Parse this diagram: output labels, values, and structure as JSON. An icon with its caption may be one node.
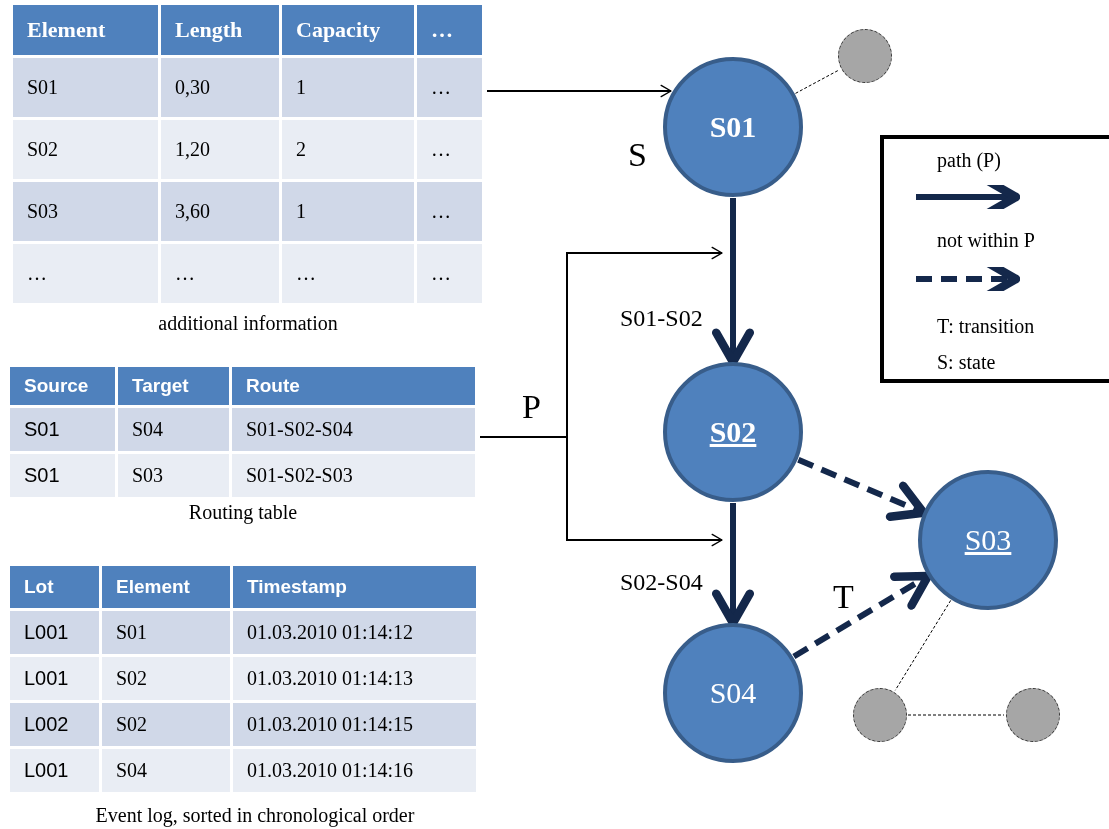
{
  "diagram": {
    "nodes": [
      {
        "text": [
          "Element",
          "Length",
          "Capacity",
          "…",
          "S01",
          "0,30",
          "1",
          "…",
          "S02",
          "1,20",
          "2",
          "…",
          "S03",
          "3,60",
          "1",
          "…",
          "…",
          "…",
          "…",
          "…"
        ],
        "beside": [
          "additional information"
        ]
      },
      {
        "text": [
          "Source",
          "Target",
          "Route",
          "S01",
          "S04",
          "S01-S02-S04",
          "S01",
          "S03",
          "S01-S02-S03"
        ],
        "beside": [
          "Routing table"
        ]
      },
      {
        "text": [
          "Lot",
          "Element",
          "Timestamp",
          "L001",
          "S01",
          "01.03.2010 01:14:12",
          "L001",
          "S02",
          "01.03.2010 01:14:13",
          "L002",
          "S02",
          "01.03.2010 01:14:15",
          "L001",
          "S04",
          "01.03.2010 01:14:16"
        ],
        "beside": [
          "Event log, sorted in chronological order"
        ]
      },
      {
        "text": [
          "S01"
        ],
        "beside": [
          "S"
        ]
      },
      {
        "text": [
          "S02"
        ]
      },
      {
        "text": [
          "S03"
        ]
      },
      {
        "text": [
          "S04"
        ]
      },
      {
        "text": [],
        "shape": "circle"
      },
      {
        "text": [],
        "shape": "circle"
      },
      {
        "text": [],
        "shape": "circle"
      }
    ],
    "edges": [
      {
        "from": 0,
        "to": 3,
        "arrow": "to"
      },
      {
        "from": 1,
        "to": null,
        "arrow": "to",
        "label": "P"
      },
      {
        "from": 1,
        "to": null,
        "arrow": "to"
      },
      {
        "from": 3,
        "to": 4,
        "arrow": "to",
        "label": "S01-S02",
        "style": "thick",
        "color": "#14284b"
      },
      {
        "from": 4,
        "to": 6,
        "arrow": "to",
        "label": "S02-S04",
        "style": "thick",
        "color": "#14284b"
      },
      {
        "from": 4,
        "to": 5,
        "arrow": "to",
        "style": "dashed",
        "color": "#14284b"
      },
      {
        "from": 6,
        "to": 5,
        "arrow": "to",
        "label": "T",
        "style": "dashed",
        "color": "#14284b"
      },
      {
        "from": 3,
        "to": 7,
        "arrow": "none",
        "style": "dashed"
      },
      {
        "from": 5,
        "to": 8,
        "arrow": "none",
        "style": "dashed"
      },
      {
        "from": 8,
        "to": 9,
        "arrow": "none",
        "style": "dashed"
      }
    ],
    "legend": [
      {
        "text": "path (P)"
      },
      {
        "text": "not within P"
      },
      {
        "text": "T: transition"
      },
      {
        "text": "S: state"
      }
    ]
  }
}
